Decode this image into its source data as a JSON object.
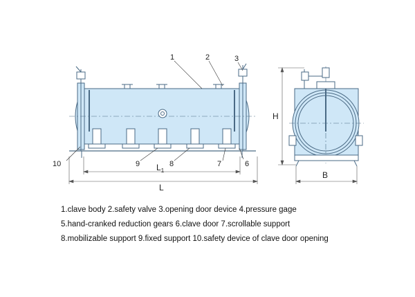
{
  "callouts": {
    "c1": "1",
    "c2": "2",
    "c3": "3",
    "c6": "6",
    "c7": "7",
    "c8": "8",
    "c9": "9",
    "c10": "10"
  },
  "dimensions": {
    "l1_main": "L",
    "l1_sub": "1",
    "l": "L",
    "h": "H",
    "b": "B"
  },
  "legend": {
    "line1": "1.clave body  2.safety valve  3.opening door device  4.pressure gage",
    "line2": "5.hand-cranked reduction gears 6.clave door 7.scrollable support",
    "line3": "8.mobilizable support 9.fixed support 10.safety device of clave door opening"
  },
  "colors": {
    "body_fill": "#cfe7f7",
    "line": "#4a6a85",
    "dim_line": "#555555"
  }
}
